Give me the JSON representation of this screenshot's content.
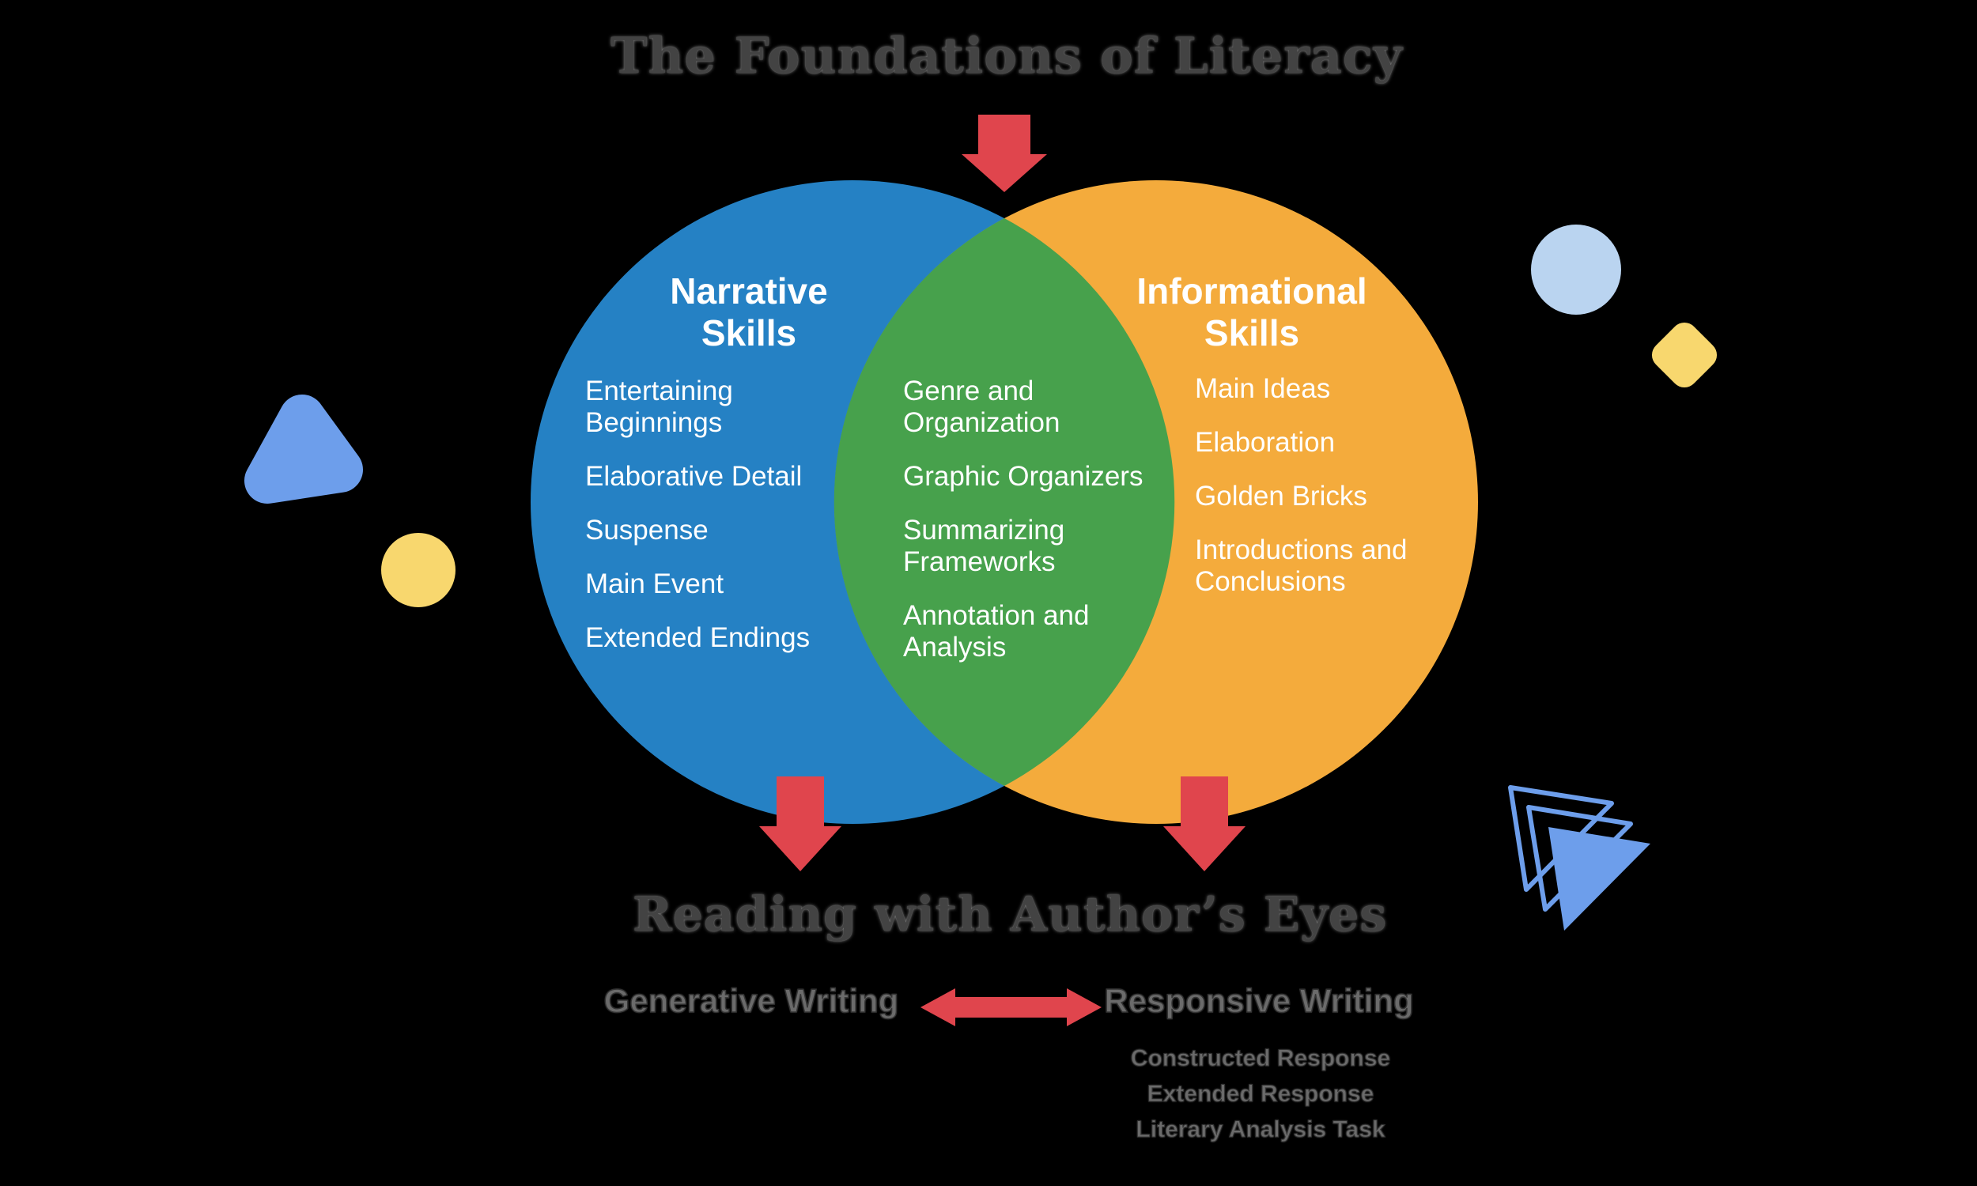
{
  "title": "The Foundations of Literacy",
  "middle_heading": "Reading with Author’s Eyes",
  "venn": {
    "left_circle": {
      "heading": "Narrative Skills",
      "items": [
        "Entertaining Beginnings",
        "Elaborative Detail",
        "Suspense",
        "Main Event",
        "Extended Endings"
      ]
    },
    "overlap": {
      "items": [
        "Genre and Organization",
        "Graphic Organizers",
        "Summarizing Frameworks",
        "Annotation and Analysis"
      ]
    },
    "right_circle": {
      "heading": "Informational Skills",
      "items": [
        "Main Ideas",
        "Elaboration",
        "Golden Bricks",
        "Introductions and Conclusions"
      ]
    }
  },
  "writing_row": {
    "left_label": "Generative Writing",
    "right_label": "Responsive Writing",
    "responsive_sub_items": [
      "Constructed Response",
      "Extended Response",
      "Literary Analysis Task"
    ]
  },
  "icons": {
    "top_arrow": "down-arrow",
    "narrative_arrow": "down-arrow",
    "informational_arrow": "down-arrow",
    "writing_arrow": "left-right-arrow"
  },
  "colors": {
    "background": "#000000",
    "narrative_blue": "#2581C4",
    "overlap_green": "#47A14C",
    "informational_yellow": "#F4AB3C",
    "arrow_red": "#E0454D",
    "deco_cornflower_blue": "#6D9EEB",
    "deco_light_blue": "#BAD4F0",
    "deco_light_yellow": "#F8D76E",
    "circle_text": "#FFFFFF",
    "title_gray": "#434343",
    "label_gray": "#6B6B6B"
  }
}
